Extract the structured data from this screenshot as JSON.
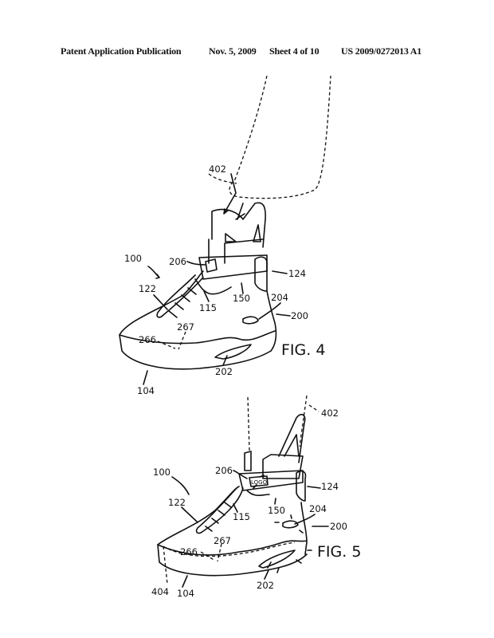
{
  "header": {
    "publication": "Patent Application Publication",
    "date": "Nov. 5, 2009",
    "sheet": "Sheet 4 of 10",
    "number": "US 2009/0272013 A1"
  },
  "fig4": {
    "title": "FIG. 4",
    "labels": {
      "l402": "402",
      "l100": "100",
      "l206": "206",
      "l124": "124",
      "l122": "122",
      "l115": "115",
      "l150": "150",
      "l204": "204",
      "l200": "200",
      "l267": "267",
      "l266": "266",
      "l202": "202",
      "l104": "104"
    }
  },
  "fig5": {
    "title": "FIG. 5",
    "logo": "LOGO",
    "labels": {
      "l402": "402",
      "l100": "100",
      "l206": "206",
      "l124": "124",
      "l122": "122",
      "l115": "115",
      "l150": "150",
      "l204": "204",
      "l200": "200",
      "l267": "267",
      "l266": "266",
      "l202": "202",
      "l104": "104",
      "l404": "404"
    }
  }
}
